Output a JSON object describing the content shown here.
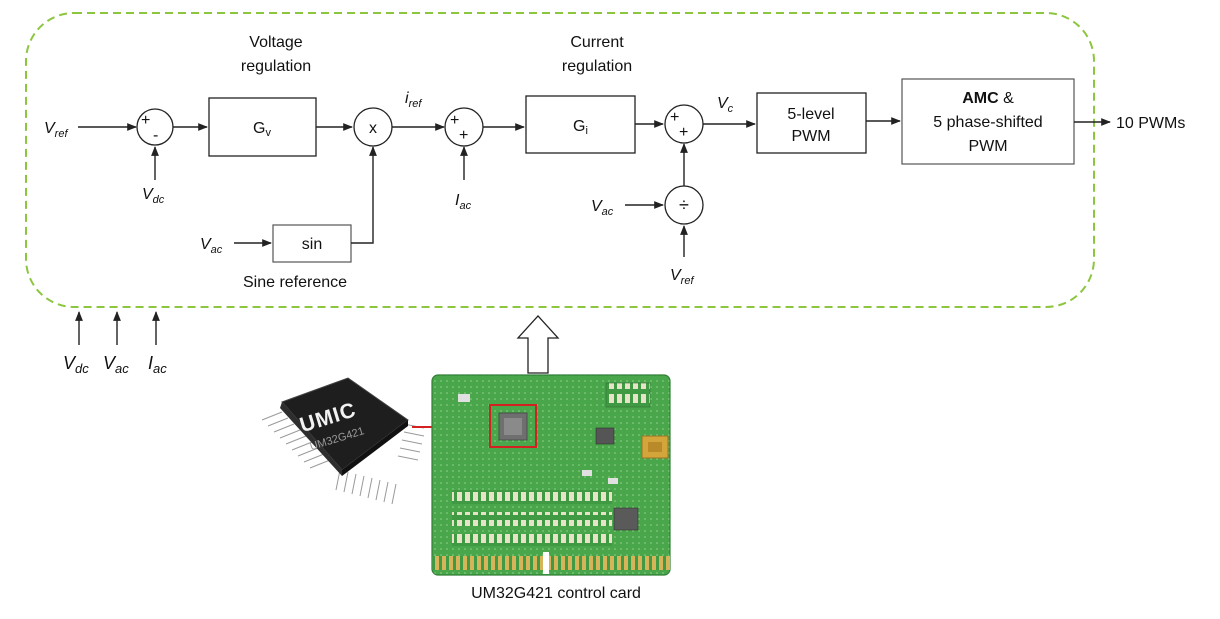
{
  "titles": {
    "voltage_regulation": [
      "Voltage",
      "regulation"
    ],
    "current_regulation": [
      "Current",
      "regulation"
    ]
  },
  "blocks": {
    "gv": {
      "main": "G",
      "sub": "v"
    },
    "gi": {
      "main": "G",
      "sub": "i"
    },
    "sin": "sin",
    "sine_reference": "Sine reference",
    "pwm5": [
      "5-level",
      "PWM"
    ],
    "amc_bold": "AMC",
    "amc_rest": " &",
    "amc_line2": "5 phase-shifted",
    "amc_line3": "PWM"
  },
  "operators": {
    "sum1": {
      "plus": "+",
      "minus": "-"
    },
    "mult": "x",
    "sum2": {
      "plus1": "+",
      "plus2": "+"
    },
    "sum3": {
      "plus1": "+",
      "plus2": "+"
    },
    "div": "÷"
  },
  "signals": {
    "vref_in": {
      "main": "V",
      "sub": "ref"
    },
    "vdc_fb": {
      "main": "V",
      "sub": "dc"
    },
    "vac_sin": {
      "main": "V",
      "sub": "ac"
    },
    "iref": {
      "main": "i",
      "sub": "ref"
    },
    "iac_fb": {
      "main": "I",
      "sub": "ac"
    },
    "vc": {
      "main": "V",
      "sub": "c"
    },
    "vac_div": {
      "main": "V",
      "sub": "ac"
    },
    "vref_div": {
      "main": "V",
      "sub": "ref"
    },
    "output": "10 PWMs"
  },
  "inputs": [
    {
      "main": "V",
      "sub": "dc"
    },
    {
      "main": "V",
      "sub": "ac"
    },
    {
      "main": "I",
      "sub": "ac"
    }
  ],
  "chip": {
    "brand": "UMIC",
    "part": "UM32G421"
  },
  "card_caption": "UM32G421 control card",
  "colors": {
    "dashed_border": "#8cc63f",
    "board_green": "#4aa64a",
    "highlight": "#d42020",
    "chip_body": "#1e1e1e"
  }
}
